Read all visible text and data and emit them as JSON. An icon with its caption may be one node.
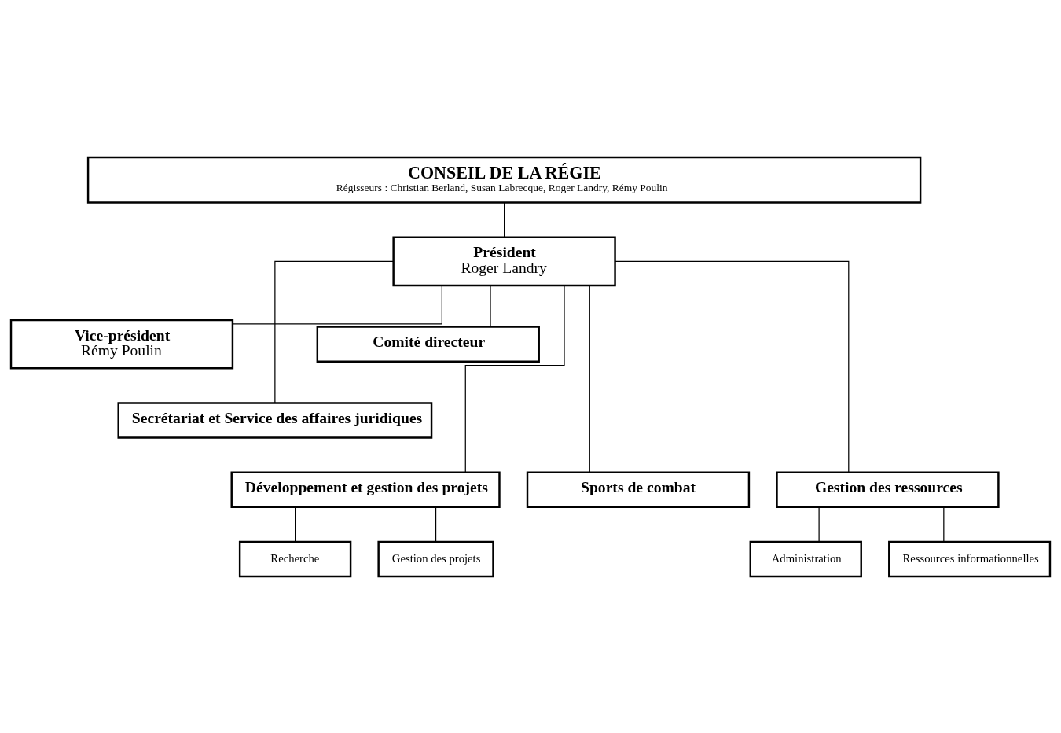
{
  "diagram": {
    "nodes": [
      {
        "text": [
          "CONSEIL DE LA RÉGIE",
          "Régisseurs : Christian Berland, Susan Labrecque, Roger Landry, Rémy Poulin"
        ]
      },
      {
        "text": [
          "Président",
          "Roger Landry"
        ]
      },
      {
        "text": [
          "Vice-président",
          "Rémy Poulin"
        ]
      },
      {
        "text": [
          "Secrétariat et Service des affaires juridiques"
        ]
      },
      {
        "text": [
          "Comité directeur"
        ]
      },
      {
        "text": [
          "Développement et gestion des projets"
        ]
      },
      {
        "text": [
          "Sports de combat"
        ]
      },
      {
        "text": [
          "Gestion des ressources"
        ]
      },
      {
        "text": [
          "Recherche"
        ]
      },
      {
        "text": [
          "Gestion des projets"
        ]
      },
      {
        "text": [
          "Administration"
        ]
      },
      {
        "text": [
          "Ressources informationnelles"
        ]
      }
    ],
    "edges": [
      {
        "from": 0,
        "to": 1,
        "arrow": "none"
      },
      {
        "from": 1,
        "to": 2,
        "arrow": "none"
      },
      {
        "from": 1,
        "to": 3,
        "arrow": "none"
      },
      {
        "from": 1,
        "to": 4,
        "arrow": "none"
      },
      {
        "from": 1,
        "to": 5,
        "arrow": "none"
      },
      {
        "from": 1,
        "to": 6,
        "arrow": "none"
      },
      {
        "from": 1,
        "to": 7,
        "arrow": "none"
      },
      {
        "from": 5,
        "to": 8,
        "arrow": "none"
      },
      {
        "from": 5,
        "to": 9,
        "arrow": "none"
      },
      {
        "from": 7,
        "to": 10,
        "arrow": "none"
      },
      {
        "from": 7,
        "to": 11,
        "arrow": "none"
      }
    ]
  }
}
